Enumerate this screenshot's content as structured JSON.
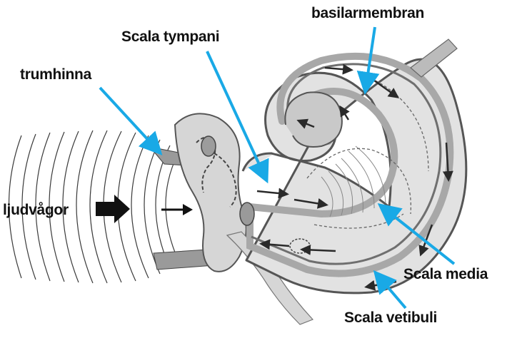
{
  "labels": {
    "basilarmembran": "basilarmembran",
    "scala_tympani": "Scala tympani",
    "trumhinna": "trumhinna",
    "ljudvagor": "ljudvågor",
    "scala_media": "Scala media",
    "scala_vetibuli": "Scala vetibuli"
  },
  "colors": {
    "pointer": "#19a9e6",
    "outline": "#555555",
    "fill_light": "#dcdcdc",
    "fill_mid": "#bdbdbd",
    "flow_arrow": "#2a2a2a",
    "sound_wave": "#3a3a3a"
  }
}
